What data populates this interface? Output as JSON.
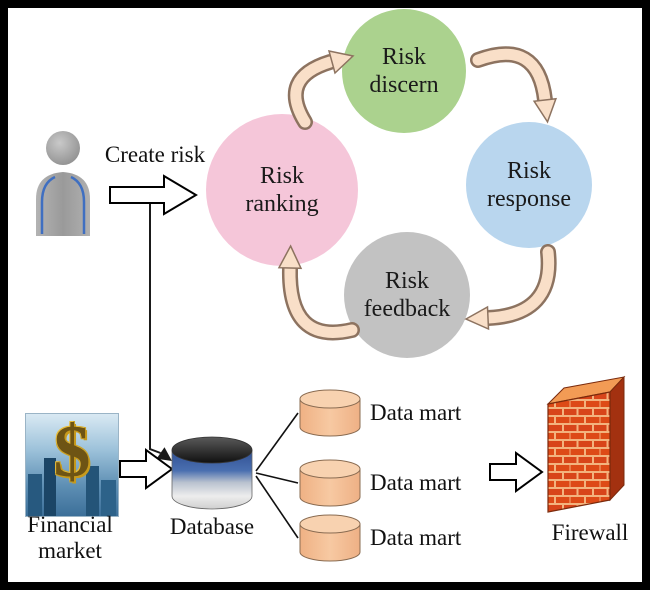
{
  "diagram": {
    "actor": {
      "label": "Create risk"
    },
    "cycle": {
      "ranking": {
        "label": "Risk ranking",
        "color": "#f5c6d9"
      },
      "discern": {
        "label": "Risk discern",
        "color": "#abd28e"
      },
      "response": {
        "label": "Risk response",
        "color": "#b9d6ee"
      },
      "feedback": {
        "label": "Risk feedback",
        "color": "#c2c2c2"
      }
    },
    "cycle_arrow_color": "#f9dfc8",
    "flow_arrow_fill": "#ffffff",
    "financial_market": {
      "label": "Financial market",
      "dollar": "$"
    },
    "database": {
      "label": "Database"
    },
    "data_marts": {
      "labels": [
        "Data mart",
        "Data mart",
        "Data mart"
      ]
    },
    "firewall": {
      "label": "Firewall",
      "brick_color": "#dd4a17"
    }
  }
}
